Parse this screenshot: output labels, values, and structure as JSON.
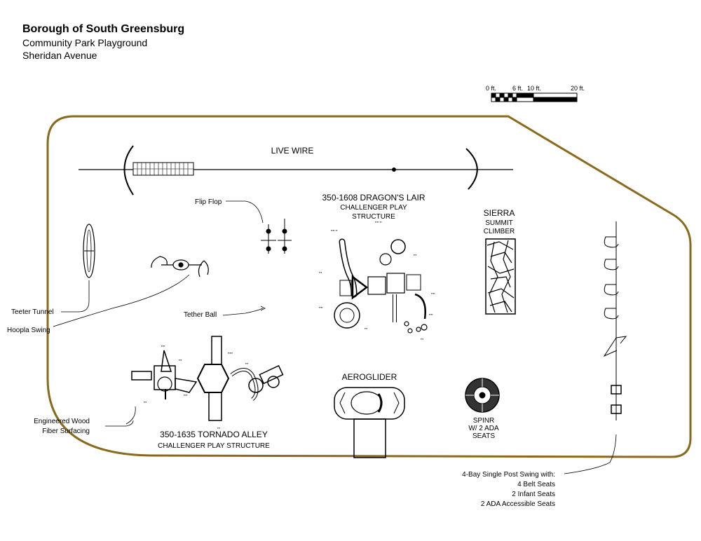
{
  "header": {
    "title": "Borough of South Greensburg",
    "subtitle": "Community Park Playground",
    "street": "Sheridan Avenue"
  },
  "scale": {
    "t0": "0 ft.",
    "t6": "6 ft.",
    "t10": "10 ft.",
    "t20": "20 ft."
  },
  "labels": {
    "live_wire": "LIVE WIRE",
    "flip_flop": "Flip Flop",
    "dragons_lair_1": "350-1608 DRAGON'S LAIR",
    "dragons_lair_2": "CHALLENGER PLAY",
    "dragons_lair_3": "STRUCTURE",
    "sierra_1": "SIERRA",
    "sierra_2": "SUMMIT",
    "sierra_3": "CLIMBER",
    "teeter_tunnel": "Teeter Tunnel",
    "hoopla_swing": "Hoopla Swing",
    "tether_ball": "Tether Ball",
    "aeroglider": "AEROGLIDER",
    "spinr_1": "SPINR",
    "spinr_2": "W/ 2 ADA",
    "spinr_3": "SEATS",
    "surfacing_1": "Engineered Wood",
    "surfacing_2": "Fiber Surfacing",
    "tornado_1": "350-1635 TORNADO ALLEY",
    "tornado_2": "CHALLENGER PLAY STRUCTURE",
    "swing_1": "4-Bay Single Post Swing with:",
    "swing_2": "4 Belt Seats",
    "swing_3": "2 Infant Seats",
    "swing_4": "2 ADA Accessible Seats"
  },
  "colors": {
    "boundary": "#8a6a1c",
    "ink": "#000000"
  }
}
